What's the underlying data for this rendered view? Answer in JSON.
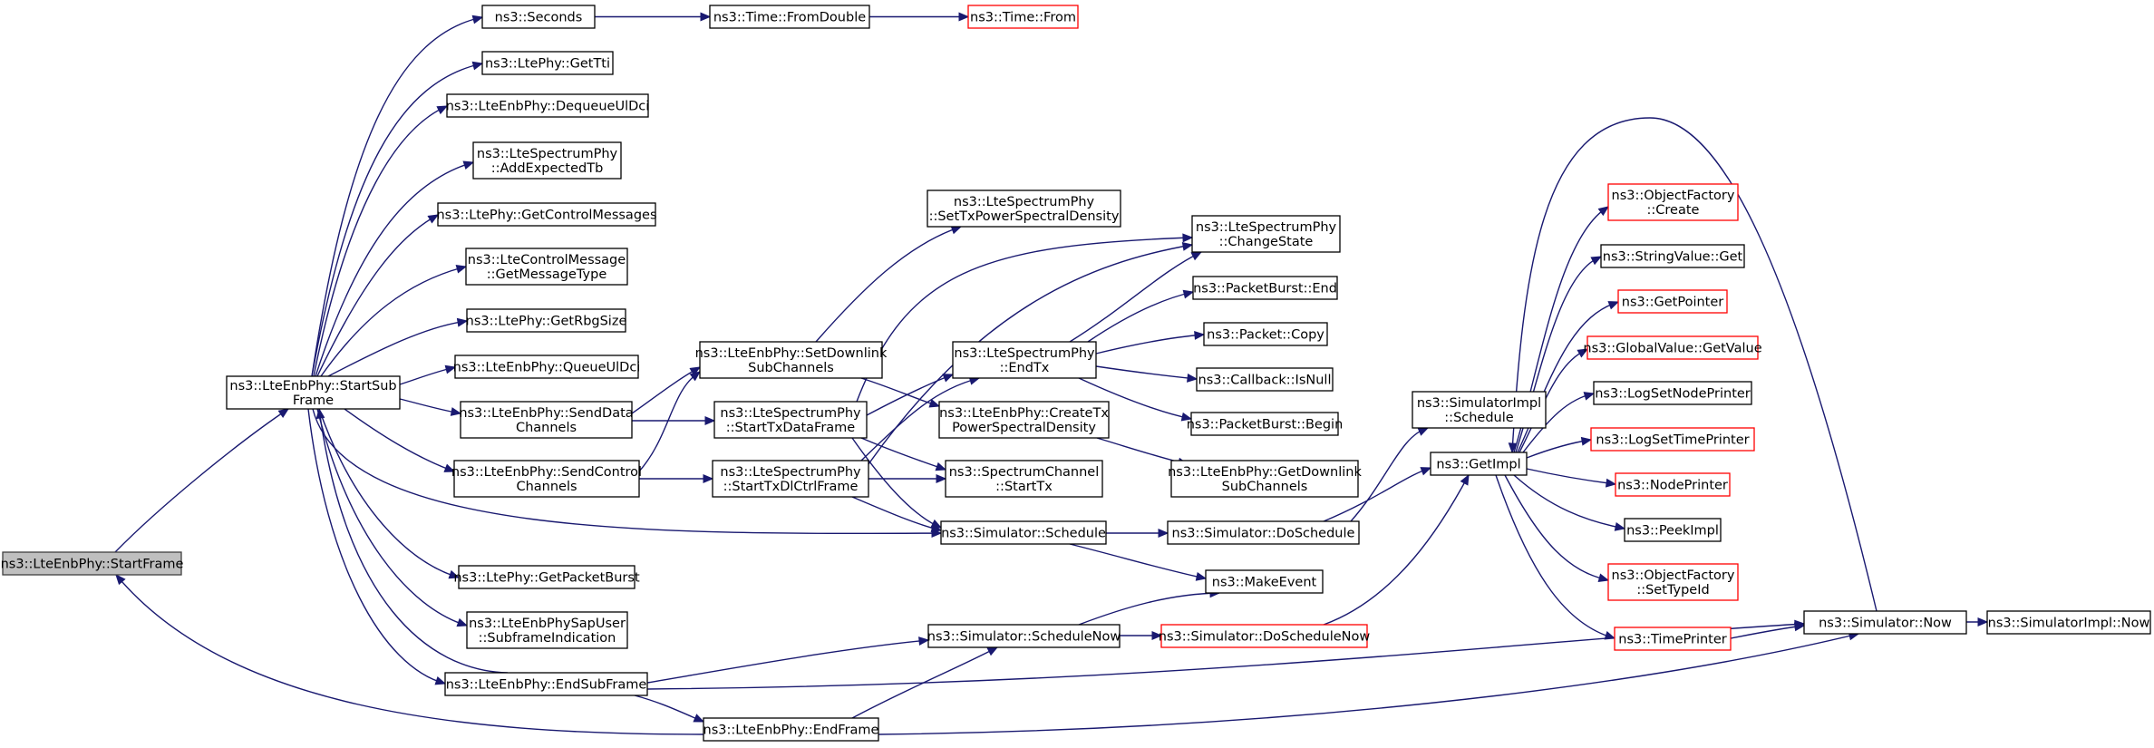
{
  "diagram": {
    "type": "doxygen-call-graph",
    "colors": {
      "edge": "#191970",
      "node_border": "#000000",
      "truncated_node_border": "#ff0000",
      "root_fill": "#bfbfbf"
    },
    "nodes": [
      {
        "id": "n_startframe",
        "lines": [
          "ns3::LteEnbPhy::StartFrame"
        ],
        "style": "root"
      },
      {
        "id": "n_startsubframe",
        "lines": [
          "ns3::LteEnbPhy::StartSub",
          "Frame"
        ],
        "style": "normal"
      },
      {
        "id": "n_seconds",
        "lines": [
          "ns3::Seconds"
        ],
        "style": "normal"
      },
      {
        "id": "n_fromdouble",
        "lines": [
          "ns3::Time::FromDouble"
        ],
        "style": "normal"
      },
      {
        "id": "n_timefrom",
        "lines": [
          "ns3::Time::From"
        ],
        "style": "truncated"
      },
      {
        "id": "n_gettti",
        "lines": [
          "ns3::LtePhy::GetTti"
        ],
        "style": "normal"
      },
      {
        "id": "n_dequeueuldci",
        "lines": [
          "ns3::LteEnbPhy::DequeueUlDci"
        ],
        "style": "normal"
      },
      {
        "id": "n_addexpectedtb",
        "lines": [
          "ns3::LteSpectrumPhy",
          "::AddExpectedTb"
        ],
        "style": "normal"
      },
      {
        "id": "n_getcontrolmessages",
        "lines": [
          "ns3::LtePhy::GetControlMessages"
        ],
        "style": "normal"
      },
      {
        "id": "n_getmessagetype",
        "lines": [
          "ns3::LteControlMessage",
          "::GetMessageType"
        ],
        "style": "normal"
      },
      {
        "id": "n_getrbgsize",
        "lines": [
          "ns3::LtePhy::GetRbgSize"
        ],
        "style": "normal"
      },
      {
        "id": "n_queueuldci",
        "lines": [
          "ns3::LteEnbPhy::QueueUlDci"
        ],
        "style": "normal"
      },
      {
        "id": "n_senddatachannels",
        "lines": [
          "ns3::LteEnbPhy::SendData",
          "Channels"
        ],
        "style": "normal"
      },
      {
        "id": "n_sendcontrolchannels",
        "lines": [
          "ns3::LteEnbPhy::SendControl",
          "Channels"
        ],
        "style": "normal"
      },
      {
        "id": "n_getpacketburst",
        "lines": [
          "ns3::LtePhy::GetPacketBurst"
        ],
        "style": "normal"
      },
      {
        "id": "n_subframeindication",
        "lines": [
          "ns3::LteEnbPhySapUser",
          "::SubframeIndication"
        ],
        "style": "normal"
      },
      {
        "id": "n_endsubframe",
        "lines": [
          "ns3::LteEnbPhy::EndSubFrame"
        ],
        "style": "normal"
      },
      {
        "id": "n_endframe",
        "lines": [
          "ns3::LteEnbPhy::EndFrame"
        ],
        "style": "normal"
      },
      {
        "id": "n_setdownlinksubchannels",
        "lines": [
          "ns3::LteEnbPhy::SetDownlink",
          "SubChannels"
        ],
        "style": "normal"
      },
      {
        "id": "n_starttxdataframe",
        "lines": [
          "ns3::LteSpectrumPhy",
          "::StartTxDataFrame"
        ],
        "style": "normal"
      },
      {
        "id": "n_starttxdlctrlframe",
        "lines": [
          "ns3::LteSpectrumPhy",
          "::StartTxDlCtrlFrame"
        ],
        "style": "normal"
      },
      {
        "id": "n_settxpsd",
        "lines": [
          "ns3::LteSpectrumPhy",
          "::SetTxPowerSpectralDensity"
        ],
        "style": "normal"
      },
      {
        "id": "n_endtx",
        "lines": [
          "ns3::LteSpectrumPhy",
          "::EndTx"
        ],
        "style": "normal"
      },
      {
        "id": "n_createtxpsd",
        "lines": [
          "ns3::LteEnbPhy::CreateTx",
          "PowerSpectralDensity"
        ],
        "style": "normal"
      },
      {
        "id": "n_spectrumchannelstarttx",
        "lines": [
          "ns3::SpectrumChannel",
          "::StartTx"
        ],
        "style": "normal"
      },
      {
        "id": "n_simschedule",
        "lines": [
          "ns3::Simulator::Schedule"
        ],
        "style": "normal"
      },
      {
        "id": "n_simschedulenow",
        "lines": [
          "ns3::Simulator::ScheduleNow"
        ],
        "style": "normal"
      },
      {
        "id": "n_changestate",
        "lines": [
          "ns3::LteSpectrumPhy",
          "::ChangeState"
        ],
        "style": "normal"
      },
      {
        "id": "n_pbend",
        "lines": [
          "ns3::PacketBurst::End"
        ],
        "style": "normal"
      },
      {
        "id": "n_packetcopy",
        "lines": [
          "ns3::Packet::Copy"
        ],
        "style": "normal"
      },
      {
        "id": "n_callbackisnull",
        "lines": [
          "ns3::Callback::IsNull"
        ],
        "style": "normal"
      },
      {
        "id": "n_pbbegin",
        "lines": [
          "ns3::PacketBurst::Begin"
        ],
        "style": "normal"
      },
      {
        "id": "n_getdownlinksubchannels",
        "lines": [
          "ns3::LteEnbPhy::GetDownlink",
          "SubChannels"
        ],
        "style": "normal"
      },
      {
        "id": "n_simdoschedule",
        "lines": [
          "ns3::Simulator::DoSchedule"
        ],
        "style": "normal"
      },
      {
        "id": "n_makeevent",
        "lines": [
          "ns3::MakeEvent"
        ],
        "style": "normal"
      },
      {
        "id": "n_simdoschedulenow",
        "lines": [
          "ns3::Simulator::DoScheduleNow"
        ],
        "style": "truncated"
      },
      {
        "id": "n_simimplschedule",
        "lines": [
          "ns3::SimulatorImpl",
          "::Schedule"
        ],
        "style": "normal"
      },
      {
        "id": "n_getimpl",
        "lines": [
          "ns3::GetImpl"
        ],
        "style": "normal"
      },
      {
        "id": "n_objfactorycreate",
        "lines": [
          "ns3::ObjectFactory",
          "::Create"
        ],
        "style": "truncated"
      },
      {
        "id": "n_stringvalueget",
        "lines": [
          "ns3::StringValue::Get"
        ],
        "style": "normal"
      },
      {
        "id": "n_getpointer",
        "lines": [
          "ns3::GetPointer"
        ],
        "style": "truncated"
      },
      {
        "id": "n_globalvaluegetvalue",
        "lines": [
          "ns3::GlobalValue::GetValue"
        ],
        "style": "truncated"
      },
      {
        "id": "n_logsetnodeprinter",
        "lines": [
          "ns3::LogSetNodePrinter"
        ],
        "style": "normal"
      },
      {
        "id": "n_logsettimeprinter",
        "lines": [
          "ns3::LogSetTimePrinter"
        ],
        "style": "truncated"
      },
      {
        "id": "n_nodeprinter",
        "lines": [
          "ns3::NodePrinter"
        ],
        "style": "truncated"
      },
      {
        "id": "n_peekimpl",
        "lines": [
          "ns3::PeekImpl"
        ],
        "style": "normal"
      },
      {
        "id": "n_objfactorysettypeid",
        "lines": [
          "ns3::ObjectFactory",
          "::SetTypeId"
        ],
        "style": "truncated"
      },
      {
        "id": "n_timeprinter",
        "lines": [
          "ns3::TimePrinter"
        ],
        "style": "truncated"
      },
      {
        "id": "n_simnow",
        "lines": [
          "ns3::Simulator::Now"
        ],
        "style": "normal"
      },
      {
        "id": "n_simimplnow",
        "lines": [
          "ns3::SimulatorImpl::Now"
        ],
        "style": "normal"
      }
    ],
    "edges": [
      {
        "from": "n_startframe",
        "to": "n_startsubframe"
      },
      {
        "from": "n_startsubframe",
        "to": "n_seconds"
      },
      {
        "from": "n_seconds",
        "to": "n_fromdouble"
      },
      {
        "from": "n_fromdouble",
        "to": "n_timefrom"
      },
      {
        "from": "n_startsubframe",
        "to": "n_gettti"
      },
      {
        "from": "n_startsubframe",
        "to": "n_dequeueuldci"
      },
      {
        "from": "n_startsubframe",
        "to": "n_addexpectedtb"
      },
      {
        "from": "n_startsubframe",
        "to": "n_getcontrolmessages"
      },
      {
        "from": "n_startsubframe",
        "to": "n_getmessagetype"
      },
      {
        "from": "n_startsubframe",
        "to": "n_getrbgsize"
      },
      {
        "from": "n_startsubframe",
        "to": "n_queueuldci"
      },
      {
        "from": "n_startsubframe",
        "to": "n_senddatachannels"
      },
      {
        "from": "n_startsubframe",
        "to": "n_sendcontrolchannels"
      },
      {
        "from": "n_startsubframe",
        "to": "n_simschedule"
      },
      {
        "from": "n_startsubframe",
        "to": "n_getpacketburst"
      },
      {
        "from": "n_startsubframe",
        "to": "n_subframeindication"
      },
      {
        "from": "n_startsubframe",
        "to": "n_endsubframe"
      },
      {
        "from": "n_endsubframe",
        "to": "n_startsubframe"
      },
      {
        "from": "n_endsubframe",
        "to": "n_endframe"
      },
      {
        "from": "n_endsubframe",
        "to": "n_simschedulenow"
      },
      {
        "from": "n_endsubframe",
        "to": "n_simnow"
      },
      {
        "from": "n_endframe",
        "to": "n_startframe"
      },
      {
        "from": "n_endframe",
        "to": "n_simschedulenow"
      },
      {
        "from": "n_endframe",
        "to": "n_simnow"
      },
      {
        "from": "n_senddatachannels",
        "to": "n_setdownlinksubchannels"
      },
      {
        "from": "n_senddatachannels",
        "to": "n_starttxdataframe"
      },
      {
        "from": "n_sendcontrolchannels",
        "to": "n_setdownlinksubchannels"
      },
      {
        "from": "n_sendcontrolchannels",
        "to": "n_starttxdlctrlframe"
      },
      {
        "from": "n_setdownlinksubchannels",
        "to": "n_settxpsd"
      },
      {
        "from": "n_setdownlinksubchannels",
        "to": "n_createtxpsd"
      },
      {
        "from": "n_starttxdataframe",
        "to": "n_endtx"
      },
      {
        "from": "n_starttxdataframe",
        "to": "n_changestate"
      },
      {
        "from": "n_starttxdataframe",
        "to": "n_spectrumchannelstarttx"
      },
      {
        "from": "n_starttxdataframe",
        "to": "n_simschedule"
      },
      {
        "from": "n_starttxdlctrlframe",
        "to": "n_endtx"
      },
      {
        "from": "n_starttxdlctrlframe",
        "to": "n_changestate"
      },
      {
        "from": "n_starttxdlctrlframe",
        "to": "n_spectrumchannelstarttx"
      },
      {
        "from": "n_starttxdlctrlframe",
        "to": "n_simschedule"
      },
      {
        "from": "n_endtx",
        "to": "n_changestate"
      },
      {
        "from": "n_endtx",
        "to": "n_pbend"
      },
      {
        "from": "n_endtx",
        "to": "n_packetcopy"
      },
      {
        "from": "n_endtx",
        "to": "n_callbackisnull"
      },
      {
        "from": "n_endtx",
        "to": "n_pbbegin"
      },
      {
        "from": "n_createtxpsd",
        "to": "n_getdownlinksubchannels"
      },
      {
        "from": "n_simschedule",
        "to": "n_simdoschedule"
      },
      {
        "from": "n_simschedule",
        "to": "n_makeevent"
      },
      {
        "from": "n_simschedulenow",
        "to": "n_makeevent"
      },
      {
        "from": "n_simschedulenow",
        "to": "n_simdoschedulenow"
      },
      {
        "from": "n_simdoschedule",
        "to": "n_simimplschedule"
      },
      {
        "from": "n_simdoschedule",
        "to": "n_getimpl"
      },
      {
        "from": "n_simdoschedulenow",
        "to": "n_getimpl"
      },
      {
        "from": "n_getimpl",
        "to": "n_objfactorycreate"
      },
      {
        "from": "n_getimpl",
        "to": "n_stringvalueget"
      },
      {
        "from": "n_getimpl",
        "to": "n_getpointer"
      },
      {
        "from": "n_getimpl",
        "to": "n_globalvaluegetvalue"
      },
      {
        "from": "n_getimpl",
        "to": "n_logsetnodeprinter"
      },
      {
        "from": "n_getimpl",
        "to": "n_logsettimeprinter"
      },
      {
        "from": "n_getimpl",
        "to": "n_nodeprinter"
      },
      {
        "from": "n_getimpl",
        "to": "n_peekimpl"
      },
      {
        "from": "n_getimpl",
        "to": "n_objfactorysettypeid"
      },
      {
        "from": "n_getimpl",
        "to": "n_timeprinter"
      },
      {
        "from": "n_timeprinter",
        "to": "n_simnow"
      },
      {
        "from": "n_simnow",
        "to": "n_getimpl"
      },
      {
        "from": "n_simnow",
        "to": "n_simimplnow"
      }
    ]
  }
}
